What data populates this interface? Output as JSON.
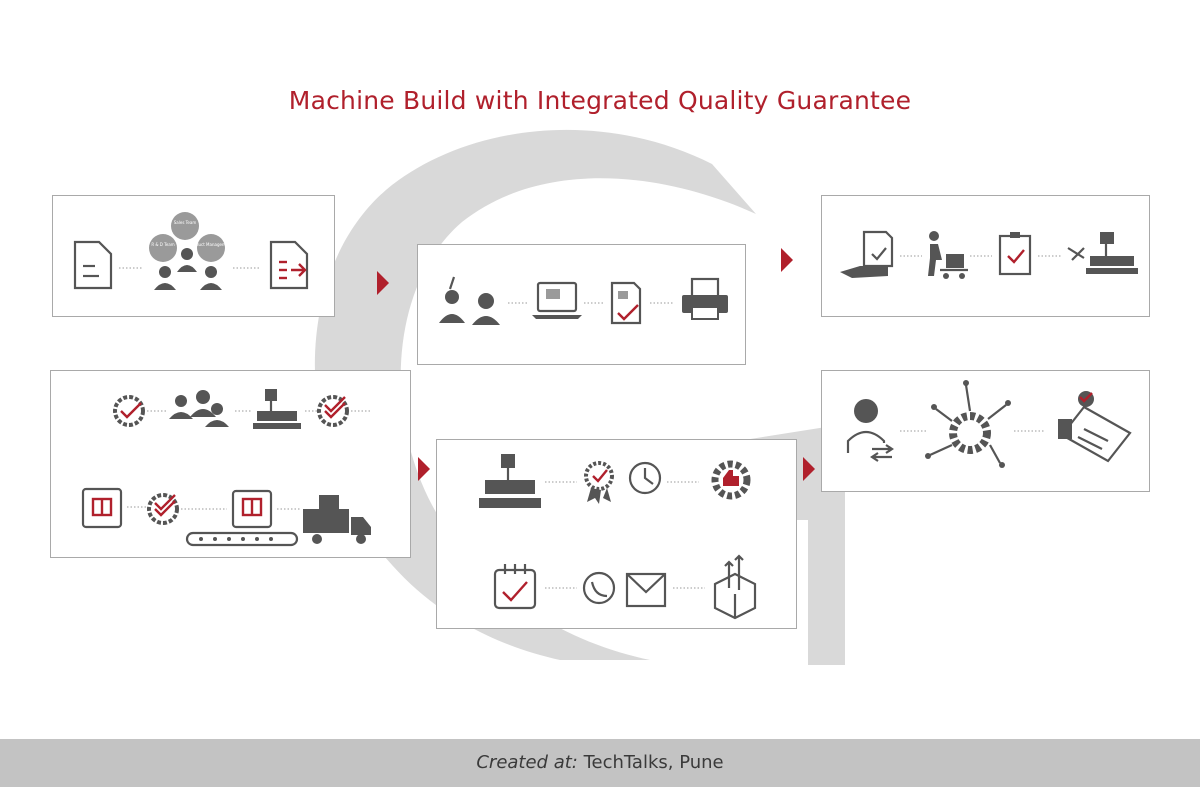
{
  "title": "Machine Build with Integrated Quality Guarantee",
  "footer": {
    "prefix": "Created at:",
    "text": "TechTalks, Pune"
  },
  "team_bubbles": [
    "Sales Team",
    "R & D Team",
    "Product Management"
  ],
  "colors": {
    "accent": "#b0202c",
    "icon": "#555555",
    "watermark": "#d9d9d9",
    "footer_bg": "#c3c3c3"
  },
  "panels": [
    {
      "icons": [
        "document-icon",
        "team-cluster-icon",
        "document-send-icon"
      ]
    },
    {
      "icons": [
        "engineers-icon",
        "laptop-drawing-icon",
        "blueprint-check-icon",
        "printer-icon"
      ]
    },
    {
      "icons": [
        "hand-document-icon",
        "warehouse-cart-icon",
        "clipboard-check-icon",
        "robot-tools-icon"
      ]
    },
    {
      "icons": [
        "gear-check-icon",
        "workers-icon",
        "robot-machine-icon",
        "gear-check-icon",
        "frame-icon",
        "gear-check-icon",
        "conveyor-frame-icon",
        "truck-icon"
      ]
    },
    {
      "icons": [
        "robot-machine-icon",
        "quality-badge-icon",
        "clock-icon",
        "gear-thumbs-up-icon",
        "calendar-check-icon",
        "phone-icon",
        "mail-icon",
        "box-arrows-icon"
      ]
    },
    {
      "icons": [
        "support-agent-icon",
        "gear-network-icon",
        "signed-document-icon"
      ]
    }
  ]
}
